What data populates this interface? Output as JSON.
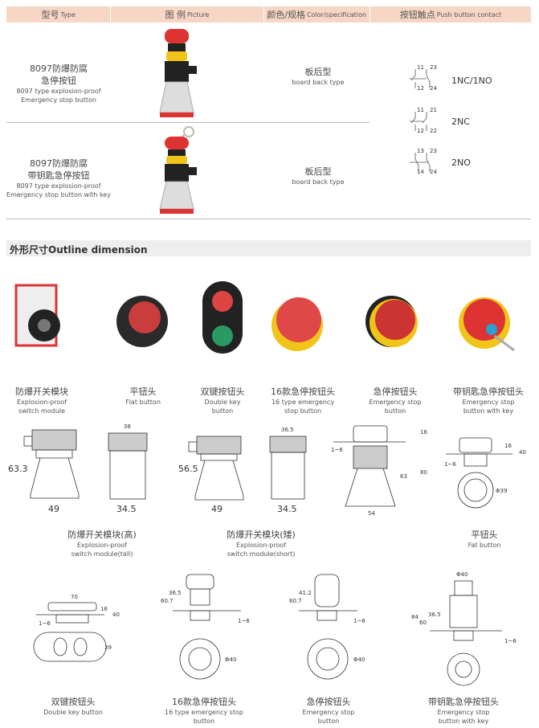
{
  "table": {
    "headers": [
      {
        "cn": "型号",
        "en": "Type"
      },
      {
        "cn": "图 例",
        "en": "Picture"
      },
      {
        "cn": "颜色/规格",
        "en": "Color/specification"
      },
      {
        "cn": "按钮触点",
        "en": "Push button contact"
      }
    ],
    "rows": [
      {
        "type_cn1": "8097防爆防腐",
        "type_cn2": "急停按钮",
        "type_en1": "8097 type explosion-proof",
        "type_en2": "Emergency stop button",
        "spec_cn": "板后型",
        "spec_en": "board back type"
      },
      {
        "type_cn1": "8097防爆防腐",
        "type_cn2": "带钥匙急停按钮",
        "type_en1": "8097 type explosion-proof",
        "type_en2": "Emergency stop button with key",
        "spec_cn": "板后型",
        "spec_en": "board back type"
      }
    ],
    "contacts": [
      {
        "t1": "11",
        "b1": "12",
        "t2": "23",
        "b2": "24",
        "label": "1NC/1NO"
      },
      {
        "t1": "11",
        "b1": "12",
        "t2": "21",
        "b2": "22",
        "label": "2NC"
      },
      {
        "t1": "13",
        "b1": "14",
        "t2": "23",
        "b2": "24",
        "label": "2NO"
      }
    ]
  },
  "section_title": "外形尺寸Outline dimension",
  "products": [
    {
      "cn": "防爆开关模块",
      "en1": "Explosion-proof",
      "en2": "switch module"
    },
    {
      "cn": "平钮头",
      "en1": "Flat button",
      "en2": ""
    },
    {
      "cn": "双键按钮头",
      "en1": "Double key",
      "en2": "button"
    },
    {
      "cn": "16款急停按钮头",
      "en1": "16 type emergency",
      "en2": "stop button"
    },
    {
      "cn": "急停按钮头",
      "en1": "Emergency stop",
      "en2": "button"
    },
    {
      "cn": "带钥匙急停按钮头",
      "en1": "Emergency stop",
      "en2": "button with key"
    }
  ],
  "drawings_row1": [
    {
      "cn": "防爆开关模块(高)",
      "en1": "Explosion-proof",
      "en2": "switch module(tall)",
      "dims": [
        "63.3",
        "49",
        "38",
        "34.5"
      ]
    },
    {
      "cn": "防爆开关模块(矮)",
      "en1": "Explosion-proof",
      "en2": "switch module(short)",
      "dims": [
        "56.5",
        "49",
        "36.5",
        "34.5"
      ]
    },
    {
      "dims": [
        "16",
        "1~6",
        "63",
        "80",
        "54"
      ]
    },
    {
      "cn": "平钮头",
      "en1": "Fat button",
      "en2": "",
      "dims": [
        "16",
        "40",
        "1~6",
        "Φ39"
      ]
    }
  ],
  "drawings_row2": [
    {
      "cn": "双键按钮头",
      "en1": "Double key button",
      "en2": "",
      "dims": [
        "70",
        "16",
        "40",
        "1~6",
        "39"
      ]
    },
    {
      "cn": "16款急停按钮头",
      "en1": "16 type emergency stop",
      "en2": "button",
      "dims": [
        "60.7",
        "36.5",
        "1~6",
        "Φ40"
      ]
    },
    {
      "cn": "急停按钮头",
      "en1": "Emergency stop",
      "en2": "button",
      "dims": [
        "60.7",
        "41.2",
        "1~6",
        "Φ40"
      ]
    },
    {
      "cn": "带钥匙急停按钮头",
      "en1": "Emergency stop",
      "en2": "button with key",
      "dims": [
        "Φ40",
        "84",
        "60",
        "36.5",
        "1~6"
      ]
    }
  ]
}
